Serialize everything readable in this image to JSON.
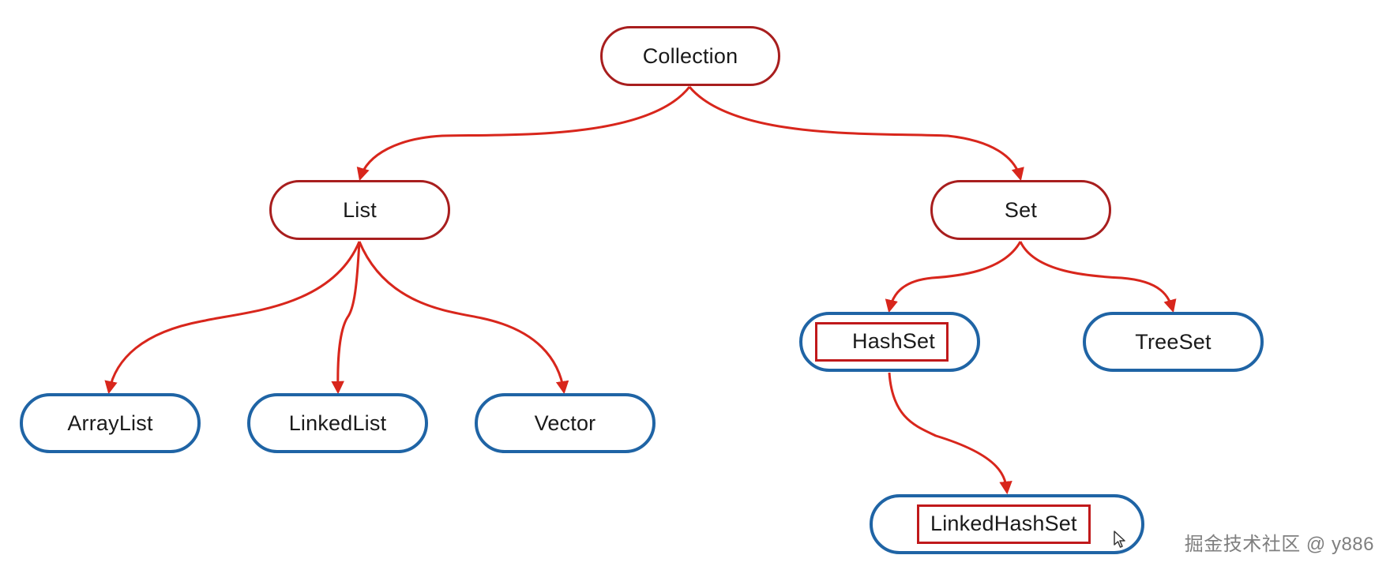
{
  "diagram": {
    "nodes": {
      "collection": "Collection",
      "list": "List",
      "set": "Set",
      "arraylist": "ArrayList",
      "linkedlist": "LinkedList",
      "vector": "Vector",
      "hashset": "HashSet",
      "treeset": "TreeSet",
      "linkedhashset": "LinkedHashSet"
    },
    "edges": [
      [
        "Collection",
        "List"
      ],
      [
        "Collection",
        "Set"
      ],
      [
        "List",
        "ArrayList"
      ],
      [
        "List",
        "LinkedList"
      ],
      [
        "List",
        "Vector"
      ],
      [
        "Set",
        "HashSet"
      ],
      [
        "Set",
        "TreeSet"
      ],
      [
        "HashSet",
        "LinkedHashSet"
      ]
    ],
    "highlighted": [
      "HashSet",
      "LinkedHashSet"
    ]
  },
  "watermark": "掘金技术社区 @ y886",
  "colors": {
    "interface_border": "#a81e1e",
    "impl_border": "#1f64a5",
    "arrow": "#d8261c",
    "highlight_box": "#c0191b"
  }
}
